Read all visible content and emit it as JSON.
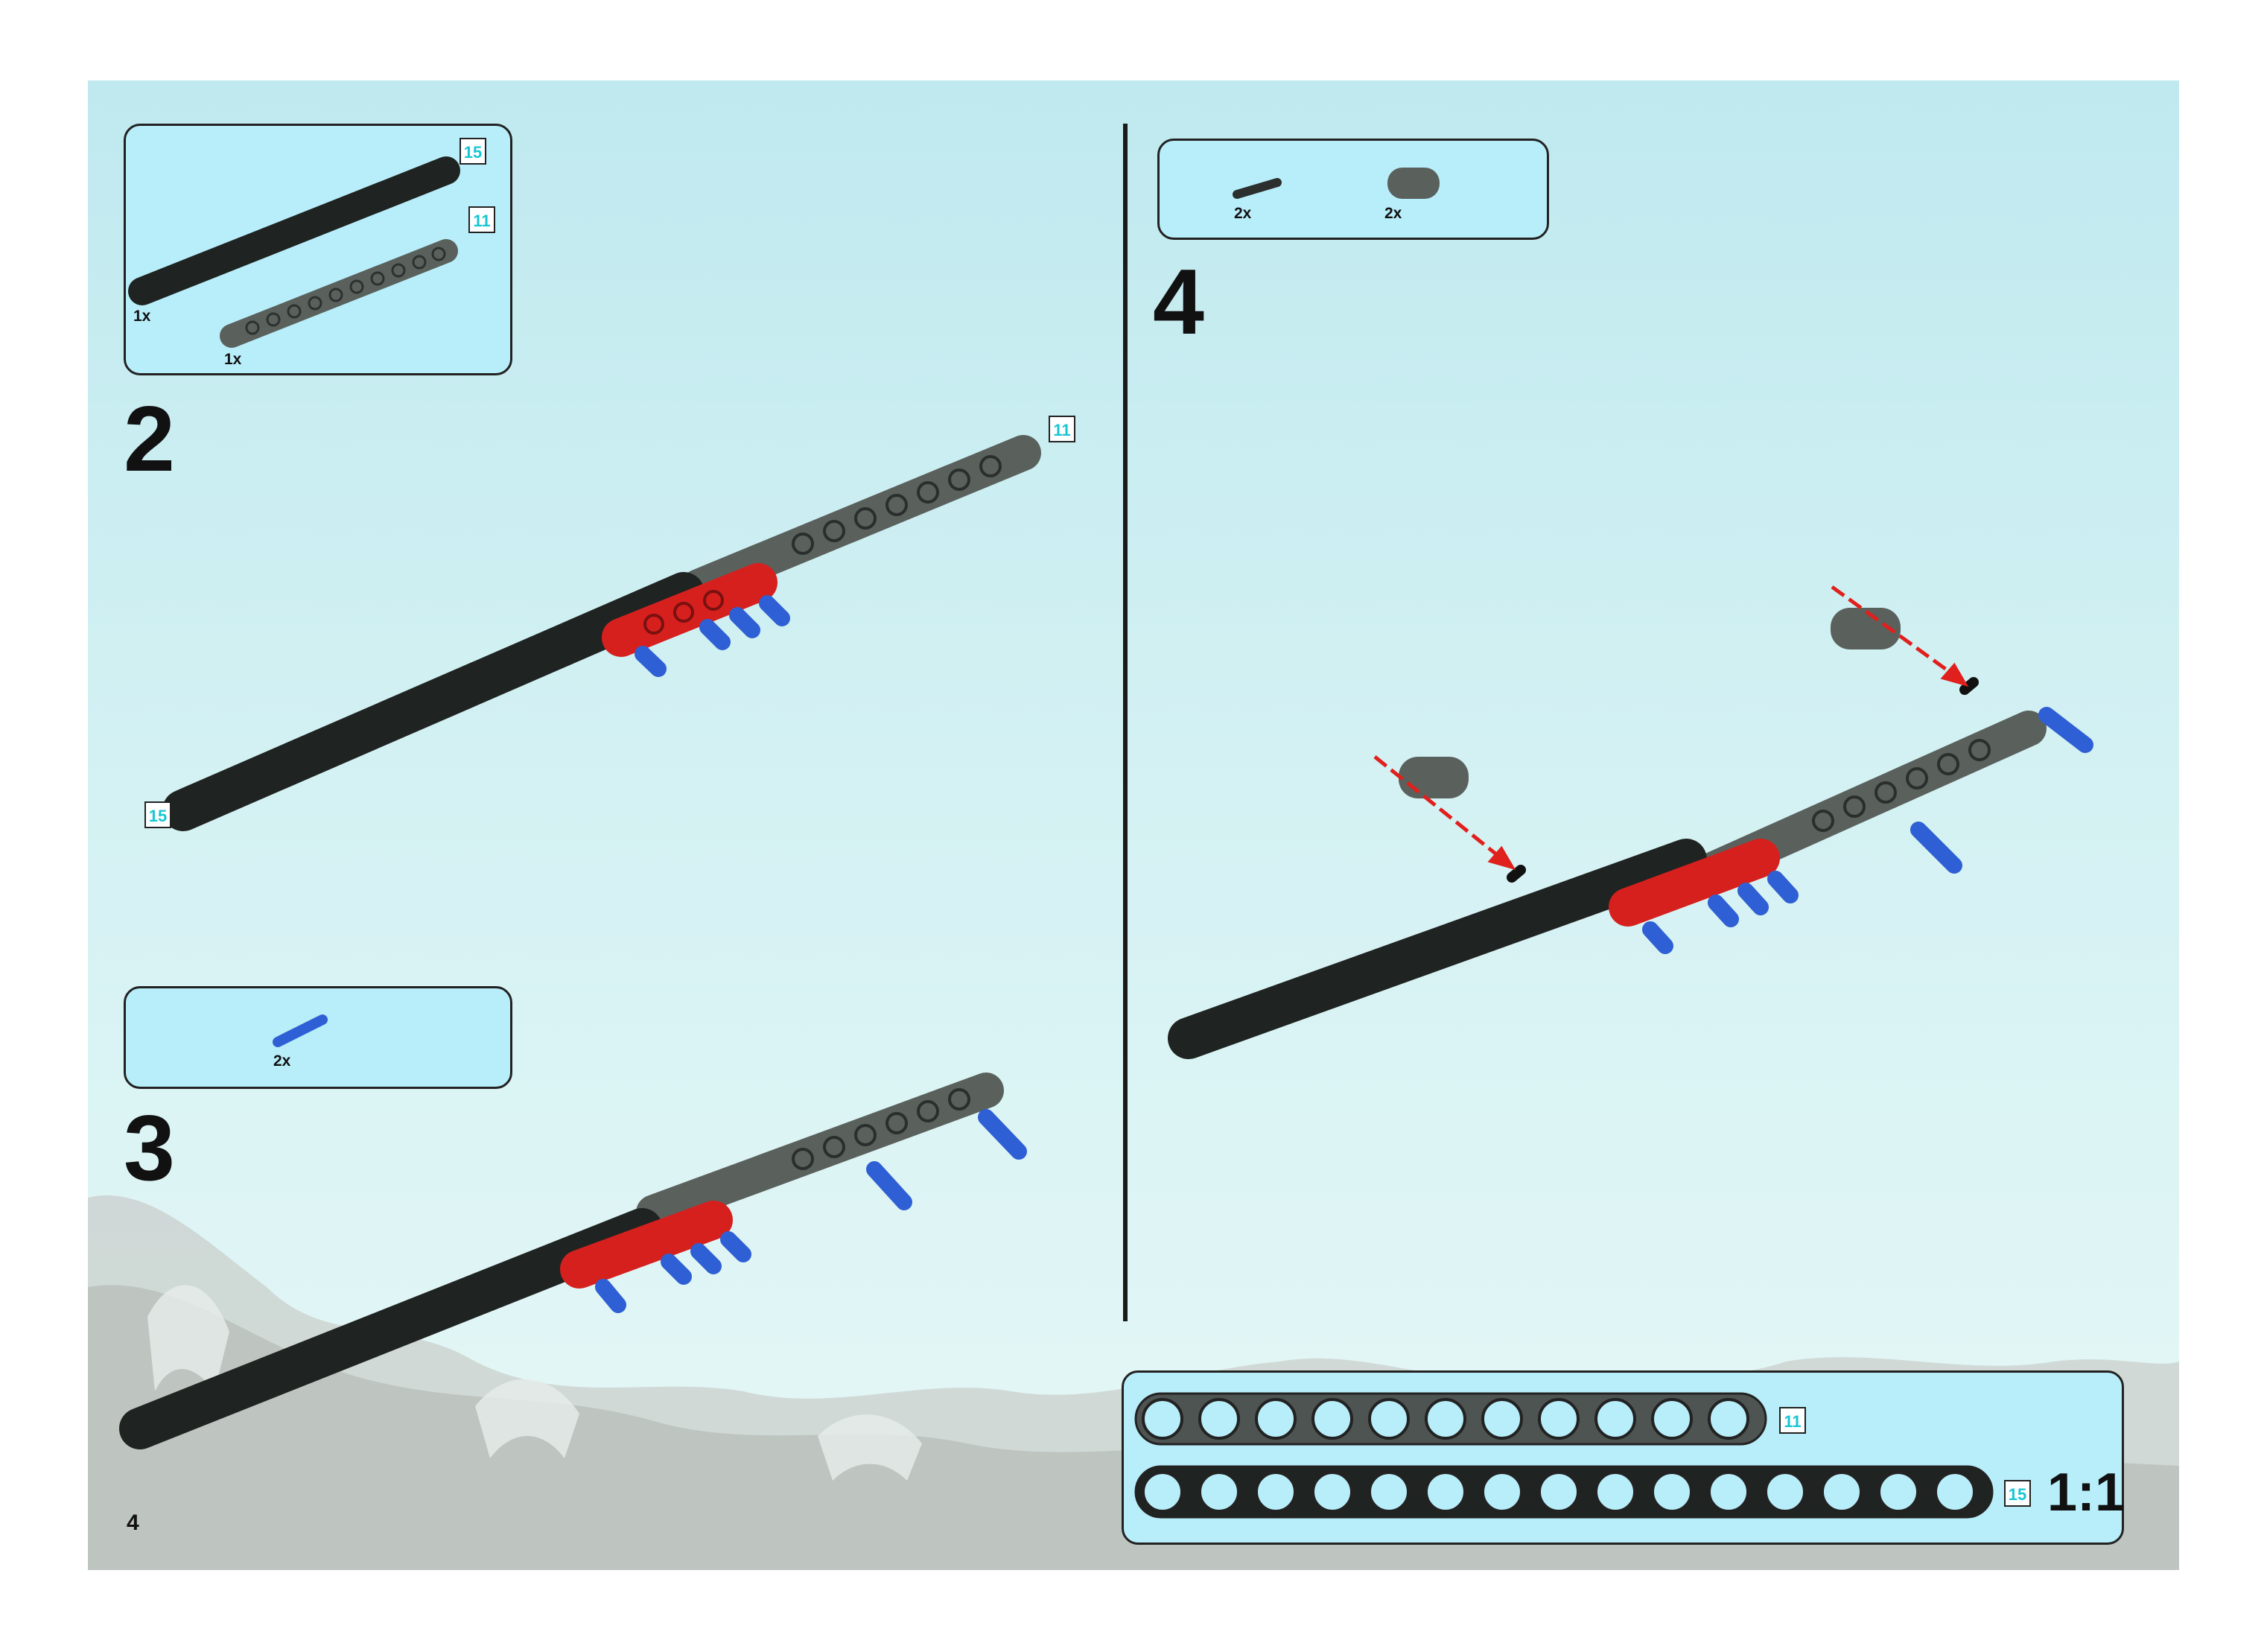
{
  "page": {
    "page_number": "4"
  },
  "steps": [
    {
      "number": "2",
      "parts": [
        {
          "qty": "1x",
          "size_tag": "15",
          "name": "black-beam-15"
        },
        {
          "qty": "1x",
          "size_tag": "11",
          "name": "gray-beam-11"
        }
      ],
      "assembly_tags": [
        "11",
        "15"
      ]
    },
    {
      "number": "3",
      "parts": [
        {
          "qty": "2x",
          "name": "blue-axle-pin"
        }
      ]
    },
    {
      "number": "4",
      "parts": [
        {
          "qty": "2x",
          "name": "black-axle-pin"
        },
        {
          "qty": "2x",
          "name": "gray-beam-2"
        }
      ]
    }
  ],
  "scale_guide": {
    "beams": [
      {
        "tag": "11",
        "holes": 11
      },
      {
        "tag": "15",
        "holes": 15
      }
    ],
    "label": "1:1"
  },
  "colors": {
    "black_beam": "#1f2321",
    "gray_beam": "#5a615d",
    "red_beam": "#d6201e",
    "blue_pin": "#2f5fd4",
    "callout": "#b8eefa",
    "arrow": "#e0201c",
    "tag_text": "#17c6d4"
  }
}
